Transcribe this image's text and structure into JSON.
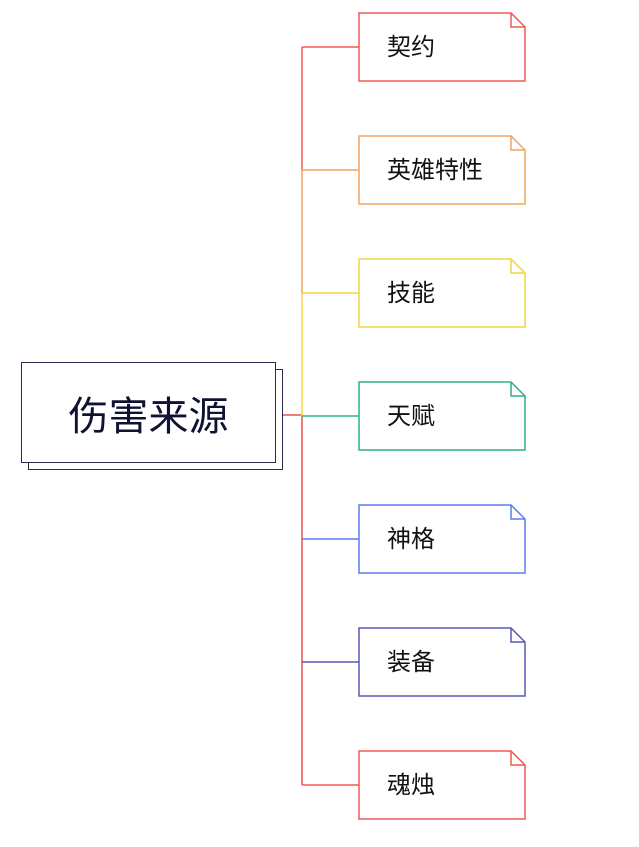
{
  "root": {
    "label": "伤害来源",
    "color": "#2a2a4a"
  },
  "trunk_color": "#e8534f",
  "children": [
    {
      "label": "契约",
      "color": "#ef5a55"
    },
    {
      "label": "英雄特性",
      "color": "#f2a35e"
    },
    {
      "label": "技能",
      "color": "#f3d340"
    },
    {
      "label": "天赋",
      "color": "#2db37e"
    },
    {
      "label": "神格",
      "color": "#5c7cf0"
    },
    {
      "label": "装备",
      "color": "#5a5ab8"
    },
    {
      "label": "魂烛",
      "color": "#ef5a55"
    }
  ]
}
